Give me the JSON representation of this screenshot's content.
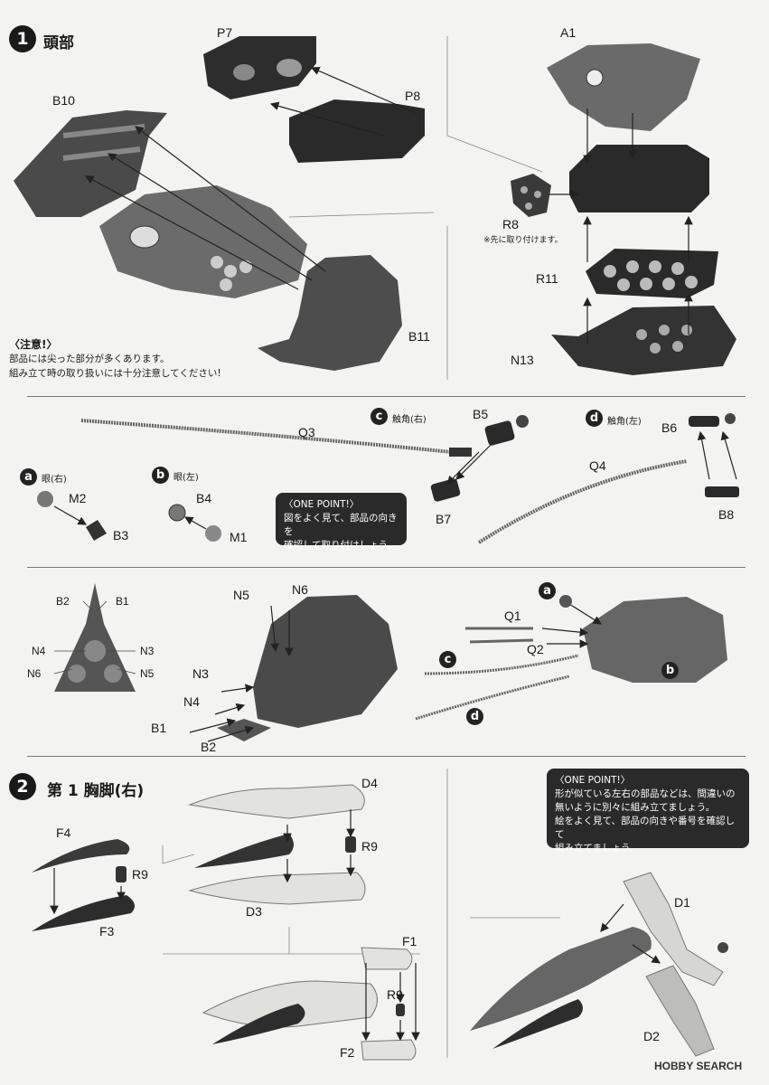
{
  "step1": {
    "number": "1",
    "title": "頭部"
  },
  "step2": {
    "number": "2",
    "title": "第 1 胸脚(右)"
  },
  "caution": {
    "title": "〈注意!〉",
    "line1": "部品には尖った部分が多くあります。",
    "line2": "組み立て時の取り扱いには十分注意してください!"
  },
  "note_r8": "※先に取り付けます。",
  "onepoint1": {
    "title": "〈ONE POINT!〉",
    "line1": "図をよく見て、部品の向きを",
    "line2": "確認して取り付けしょう。"
  },
  "onepoint2": {
    "title": "〈ONE POINT!〉",
    "line1": "形が似ている左右の部品などは、間違いの",
    "line2": "無いように別々に組み立てましょう。",
    "line3": "絵をよく見て、部品の向きや番号を確認して",
    "line4": "組み立てましょう。"
  },
  "subparts": {
    "a": {
      "letter": "a",
      "label": "眼(右)"
    },
    "b": {
      "letter": "b",
      "label": "眼(左)"
    },
    "c": {
      "letter": "c",
      "label": "触角(右)"
    },
    "d": {
      "letter": "d",
      "label": "触角(左)"
    }
  },
  "labels": {
    "P7": "P7",
    "P8": "P8",
    "A1": "A1",
    "B10": "B10",
    "B11": "B11",
    "R8": "R8",
    "R11": "R11",
    "N13": "N13",
    "Q3": "Q3",
    "B5": "B5",
    "B7": "B7",
    "B6": "B6",
    "Q4": "Q4",
    "B8": "B8",
    "M2": "M2",
    "B3": "B3",
    "B4": "B4",
    "M1": "M1",
    "B2a": "B2",
    "B1a": "B1",
    "N4a": "N4",
    "N3a": "N3",
    "N6a": "N6",
    "N5a": "N5",
    "N5b": "N5",
    "N6b": "N6",
    "N3b": "N3",
    "N4b": "N4",
    "B1b": "B1",
    "B2b": "B2",
    "Q1": "Q1",
    "Q2": "Q2",
    "F4": "F4",
    "R9a": "R9",
    "F3": "F3",
    "D4": "D4",
    "R9b": "R9",
    "D3": "D3",
    "F1": "F1",
    "R9c": "R9",
    "F2": "F2",
    "D1": "D1",
    "D2": "D2"
  },
  "callout_letters": {
    "a": "a",
    "b": "b",
    "c": "c",
    "d": "d"
  },
  "watermark": "HOBBY SEARCH",
  "colors": {
    "part_dark": "#2b2b2b",
    "part_mid": "#7a7a7a",
    "part_light": "#d9d9d6",
    "badge": "#1a1a1a"
  }
}
